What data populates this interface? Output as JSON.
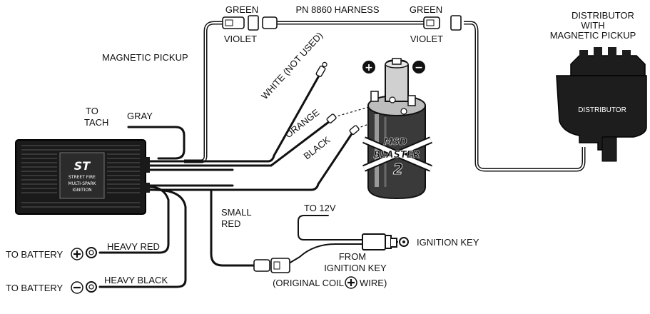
{
  "harness": {
    "title": "PN 8860 HARNESS",
    "left_top": "GREEN",
    "left_bottom": "VIOLET",
    "right_top": "GREEN",
    "right_bottom": "VIOLET"
  },
  "distributor": {
    "title_line1": "DISTRIBUTOR",
    "title_line2": "WITH",
    "title_line3": "MAGNETIC PICKUP",
    "body_label": "DISTRIBUTOR"
  },
  "wires": {
    "magnetic_pickup": "MAGNETIC PICKUP",
    "to_tach_line1": "TO",
    "to_tach_line2": "TACH",
    "gray": "GRAY",
    "white": "WHITE (NOT USED)",
    "orange": "ORANGE",
    "black": "BLACK",
    "small_red_line1": "SMALL",
    "small_red_line2": "RED",
    "heavy_red": "HEAVY RED",
    "heavy_black": "HEAVY BLACK",
    "to_battery_pos": "TO BATTERY",
    "to_battery_neg": "TO BATTERY"
  },
  "ignition": {
    "to_12v": "TO 12V",
    "ignition_key": "IGNITION KEY",
    "from_line1": "FROM",
    "from_line2": "IGNITION KEY",
    "original_coil_pre": "(ORIGINAL COIL",
    "original_coil_post": "WIRE)"
  },
  "coil": {
    "plus": "+",
    "minus": "−",
    "brand": "MSD",
    "model": "BLASTER",
    "model_num": "2"
  },
  "module": {
    "logo": "ST",
    "line1": "STREET FIRE",
    "line2": "MULTI-SPARK",
    "line3": "IGNITION"
  }
}
